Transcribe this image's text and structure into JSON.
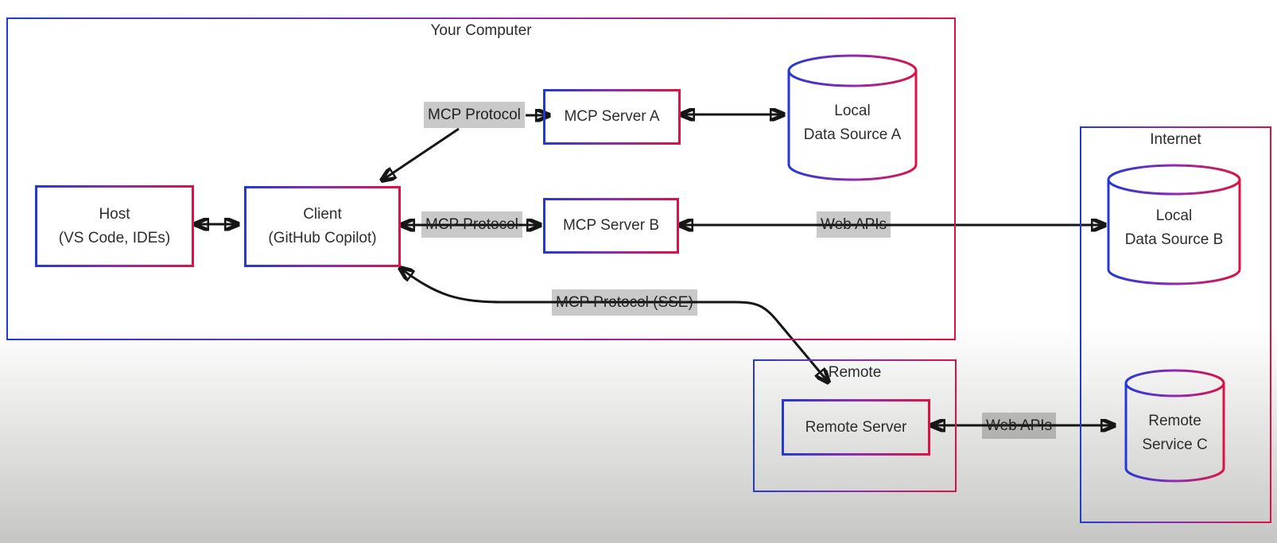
{
  "containers": {
    "your_computer": {
      "title": "Your Computer"
    },
    "internet": {
      "title": "Internet"
    },
    "remote": {
      "title": "Remote"
    }
  },
  "nodes": {
    "host": {
      "line1": "Host",
      "line2": "(VS Code, IDEs)"
    },
    "client": {
      "line1": "Client",
      "line2": "(GitHub Copilot)"
    },
    "mcp_server_a": {
      "label": "MCP Server A"
    },
    "mcp_server_b": {
      "label": "MCP Server B"
    },
    "remote_server": {
      "label": "Remote Server"
    },
    "local_data_source_a": {
      "line1": "Local",
      "line2": "Data Source A"
    },
    "local_data_source_b": {
      "line1": "Local",
      "line2": "Data Source B"
    },
    "remote_service_c": {
      "line1": "Remote",
      "line2": "Service C"
    }
  },
  "edge_labels": {
    "mcp_protocol_a": "MCP Protocol",
    "mcp_protocol_b": "MCP Protocol",
    "mcp_protocol_sse": "MCP Protocol (SSE)",
    "web_apis_b": "Web APIs",
    "web_apis_c": "Web APIs"
  },
  "colors": {
    "border_gradient_start": "#2438d4",
    "border_gradient_mid": "#8d2bb0",
    "border_gradient_end": "#dc1243",
    "arrow": "#161616",
    "label_background": "#c9c9c9",
    "text": "#2d2d2d",
    "background_bottom": "#c6c6c4"
  }
}
